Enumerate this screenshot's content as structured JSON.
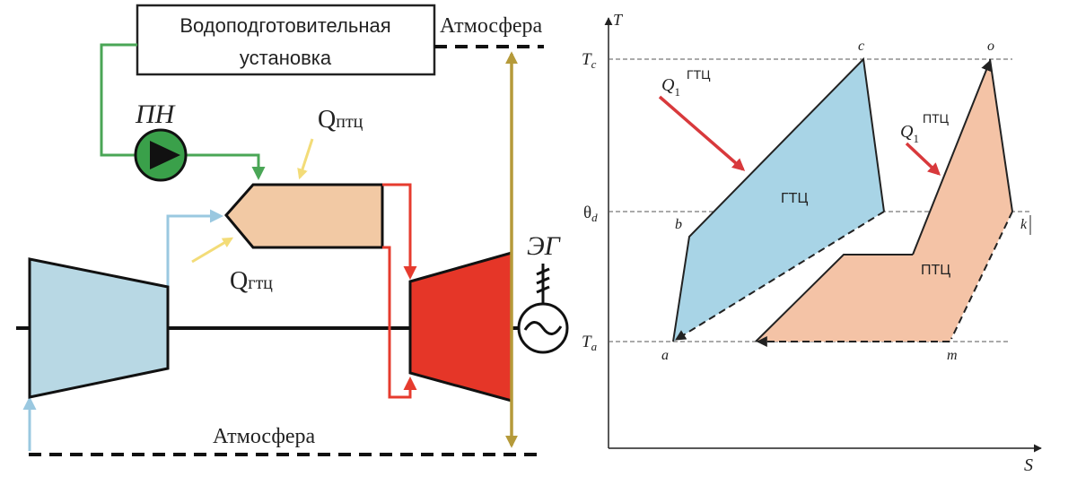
{
  "scheme": {
    "water_plant_line1": "Водоподготовительная",
    "water_plant_line2": "установка",
    "atmosphere_top": "Атмосфера",
    "atmosphere_bottom": "Атмосфера",
    "pump": "ПН",
    "generator": "ЭГ",
    "q_steam_main": "Q",
    "q_steam_sub": "птц",
    "q_gas_main": "Q",
    "q_gas_sub": "гтц",
    "colors": {
      "water_line": "#4aa656",
      "air_line": "#9ac8e0",
      "gas_line": "#e63b2e",
      "heat_arrow": "#f3dc78",
      "shaft_arrow": "#b59a3a",
      "compressor": "#b8d8e4",
      "combustor": "#f2c9a4",
      "turbine": "#e53628",
      "pump": "#3aa04a"
    }
  },
  "ts_diagram": {
    "axis_y": "T",
    "axis_x": "S",
    "level_tc_main": "T",
    "level_tc_sub": "c",
    "level_td_main": "θ",
    "level_td_sub": "d",
    "level_ta_main": "T",
    "level_ta_sub": "a",
    "point_c": "c",
    "point_o": "o",
    "point_b": "b",
    "point_k": "k",
    "point_a": "a",
    "point_m": "m",
    "q_gas_main": "Q",
    "q_gas_sub": "1",
    "q_gas_sup": "ГТЦ",
    "q_steam_main": "Q",
    "q_steam_sub": "1",
    "q_steam_sup": "ПТЦ",
    "label_gas_cycle": "ГТЦ",
    "label_steam_cycle": "ПТЦ",
    "colors": {
      "gas_cycle": "#a8d4e6",
      "steam_cycle": "#f4c3a6",
      "heat_arrow": "#d8393c"
    }
  }
}
